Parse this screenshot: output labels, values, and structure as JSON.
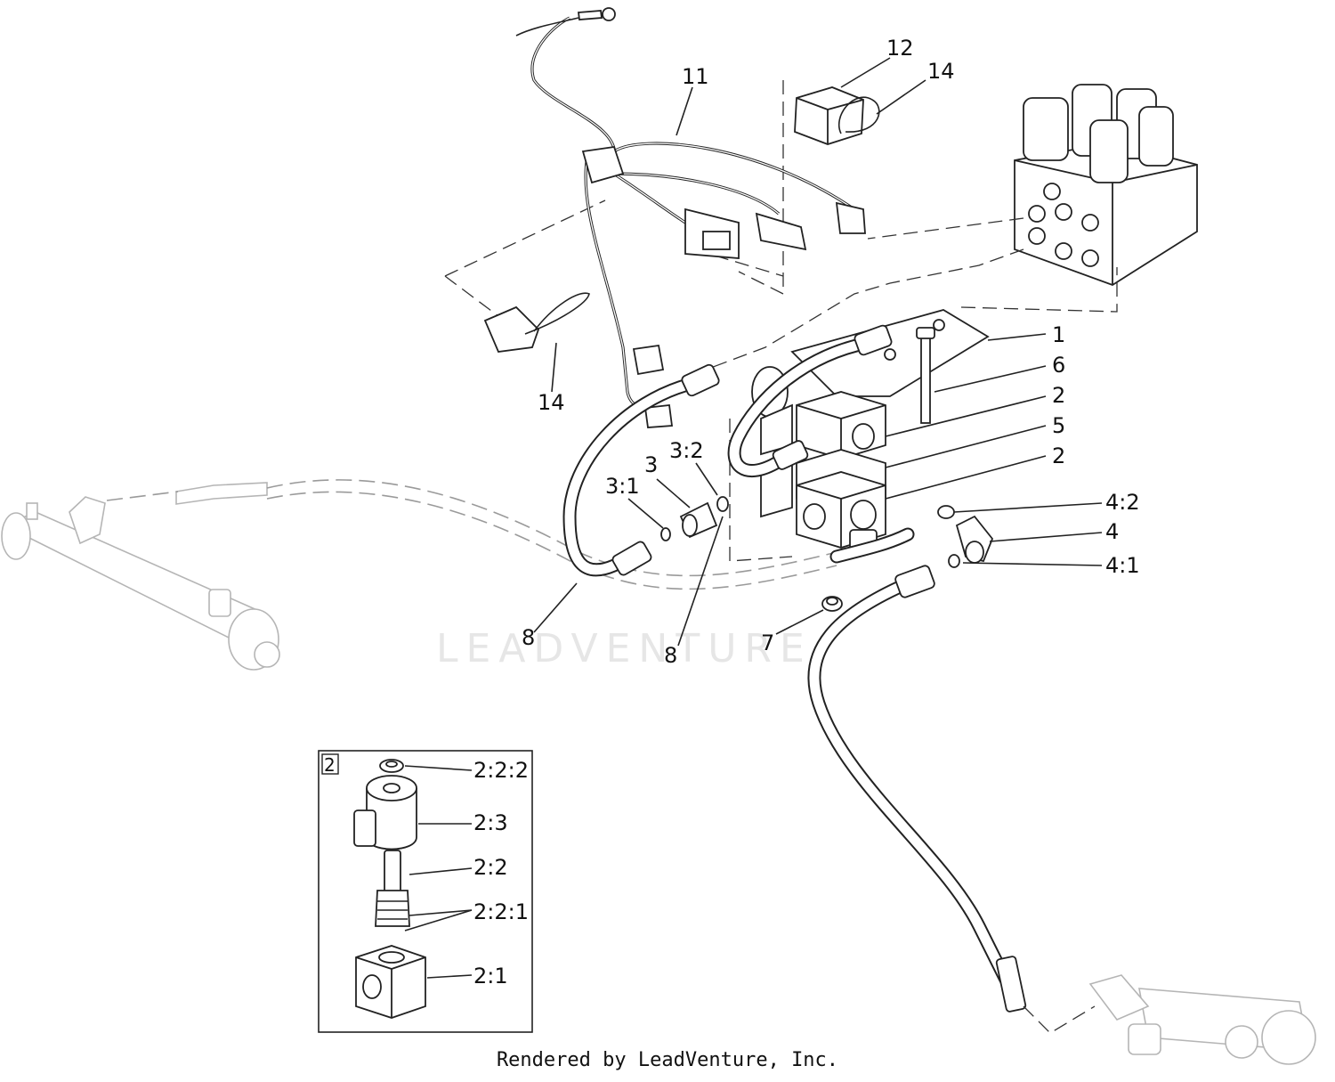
{
  "watermark": "LEADVENTURE",
  "footer": "Rendered by LeadVenture, Inc.",
  "inset": {
    "tag": "2"
  },
  "callouts": [
    {
      "id": "11",
      "text": "11"
    },
    {
      "id": "12",
      "text": "12"
    },
    {
      "id": "14a",
      "text": "14"
    },
    {
      "id": "14b",
      "text": "14"
    },
    {
      "id": "1",
      "text": "1"
    },
    {
      "id": "6",
      "text": "6"
    },
    {
      "id": "2a",
      "text": "2"
    },
    {
      "id": "5",
      "text": "5"
    },
    {
      "id": "2b",
      "text": "2"
    },
    {
      "id": "4-2",
      "text": "4:2"
    },
    {
      "id": "4",
      "text": "4"
    },
    {
      "id": "4-1",
      "text": "4:1"
    },
    {
      "id": "3",
      "text": "3"
    },
    {
      "id": "3-2",
      "text": "3:2"
    },
    {
      "id": "3-1",
      "text": "3:1"
    },
    {
      "id": "8a",
      "text": "8"
    },
    {
      "id": "8b",
      "text": "8"
    },
    {
      "id": "7",
      "text": "7"
    },
    {
      "id": "2-2-2",
      "text": "2:2:2"
    },
    {
      "id": "2-3",
      "text": "2:3"
    },
    {
      "id": "2-2",
      "text": "2:2"
    },
    {
      "id": "2-2-1",
      "text": "2:2:1"
    },
    {
      "id": "2-1",
      "text": "2:1"
    }
  ]
}
